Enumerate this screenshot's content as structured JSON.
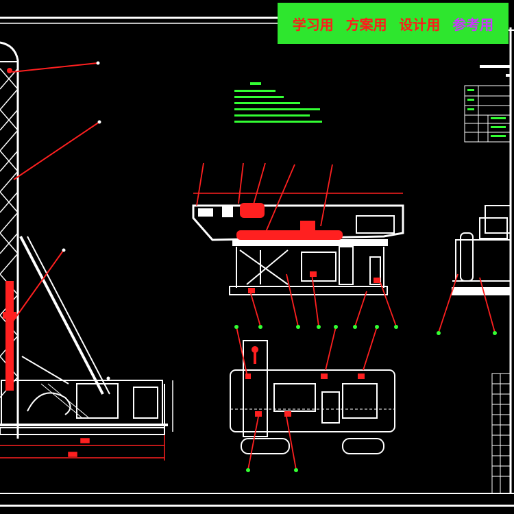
{
  "banner": {
    "tags": [
      {
        "text": "学习用",
        "color": "#ff1a1a"
      },
      {
        "text": "方案用",
        "color": "#ff1a1a"
      },
      {
        "text": "设计用",
        "color": "#ff1a1a"
      },
      {
        "text": "参考用",
        "color": "#cc33ff"
      }
    ],
    "background": "#2ee62e"
  },
  "drawing": {
    "background": "#000000",
    "line_color": "#ffffff",
    "highlight_color": "#ff2020",
    "leader_color": "#ff2020",
    "note_color": "#33ff33",
    "frame_color": "#ffffff"
  }
}
